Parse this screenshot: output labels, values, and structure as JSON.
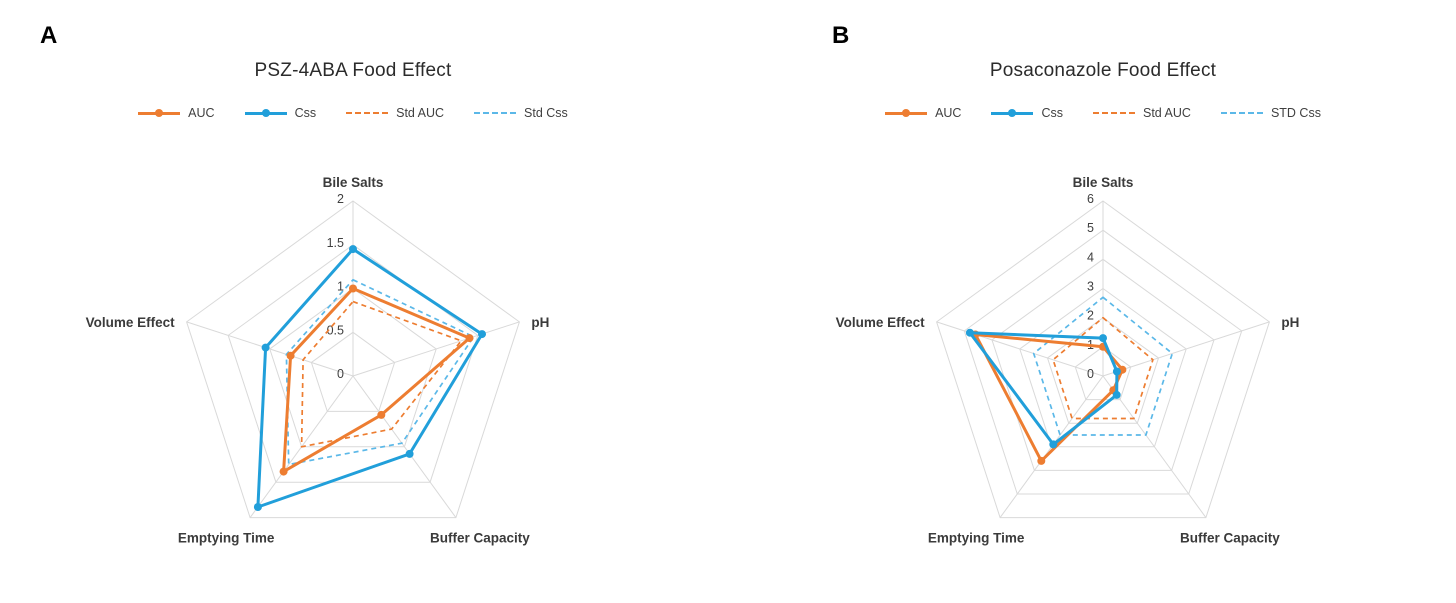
{
  "figure": {
    "background": "#FFFFFF",
    "grid_color": "#D9D9D9"
  },
  "chart_data": [
    {
      "type": "radar",
      "panel_label": "A",
      "title": "PSZ-4ABA Food Effect",
      "categories": [
        "Bile Salts",
        "pH",
        "Buffer Capacity",
        "Emptying Time",
        "Volume Effect"
      ],
      "rmax": 2,
      "ticks": [
        0,
        0.5,
        1,
        1.5,
        2
      ],
      "grid": true,
      "legend_position": "top",
      "series": [
        {
          "name": "AUC",
          "style": "solid",
          "color": "#ED7D31",
          "values": [
            1.0,
            1.4,
            0.55,
            1.35,
            0.75
          ]
        },
        {
          "name": "Css",
          "style": "solid",
          "color": "#219FDA",
          "values": [
            1.45,
            1.55,
            1.1,
            1.85,
            1.05
          ]
        },
        {
          "name": "Std AUC",
          "style": "dashed",
          "color": "#ED7D31",
          "values": [
            0.85,
            1.3,
            0.75,
            1.0,
            0.6
          ]
        },
        {
          "name": "Std Css",
          "style": "dashed",
          "color": "#5BB8E8",
          "values": [
            1.1,
            1.45,
            0.95,
            1.25,
            0.8
          ]
        }
      ]
    },
    {
      "type": "radar",
      "panel_label": "B",
      "title": "Posaconazole Food Effect",
      "categories": [
        "Bile Salts",
        "pH",
        "Buffer Capacity",
        "Emptying Time",
        "Volume Effect"
      ],
      "rmax": 6,
      "ticks": [
        0,
        1,
        2,
        3,
        4,
        5,
        6
      ],
      "grid": true,
      "legend_position": "top",
      "series": [
        {
          "name": "AUC",
          "style": "solid",
          "color": "#ED7D31",
          "values": [
            1.0,
            0.7,
            0.6,
            3.6,
            4.6
          ]
        },
        {
          "name": "Css",
          "style": "solid",
          "color": "#219FDA",
          "values": [
            1.3,
            0.5,
            0.8,
            2.9,
            4.8
          ]
        },
        {
          "name": "Std AUC",
          "style": "dashed",
          "color": "#ED7D31",
          "values": [
            2.0,
            1.8,
            1.8,
            1.8,
            1.8
          ]
        },
        {
          "name": "STD Css",
          "style": "dashed",
          "color": "#5BB8E8",
          "values": [
            2.7,
            2.5,
            2.5,
            2.5,
            2.5
          ]
        }
      ]
    }
  ]
}
